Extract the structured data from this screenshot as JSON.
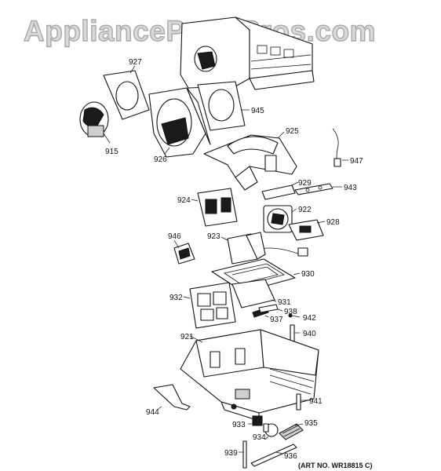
{
  "watermark": "AppliancePartsPros.com",
  "art_number": "(ART NO. WR18815 C)",
  "callouts": {
    "p915": "915",
    "p921": "921",
    "p922": "922",
    "p923": "923",
    "p924": "924",
    "p925": "925",
    "p926": "926",
    "p927": "927",
    "p928": "928",
    "p929": "929",
    "p930": "930",
    "p931": "931",
    "p932": "932",
    "p933": "933",
    "p934": "934",
    "p935": "935",
    "p936": "936",
    "p937": "937",
    "p938": "938",
    "p939": "939",
    "p940": "940",
    "p941": "941",
    "p942": "942",
    "p943": "943",
    "p944": "944",
    "p945": "945",
    "p946": "946",
    "p947": "947"
  }
}
